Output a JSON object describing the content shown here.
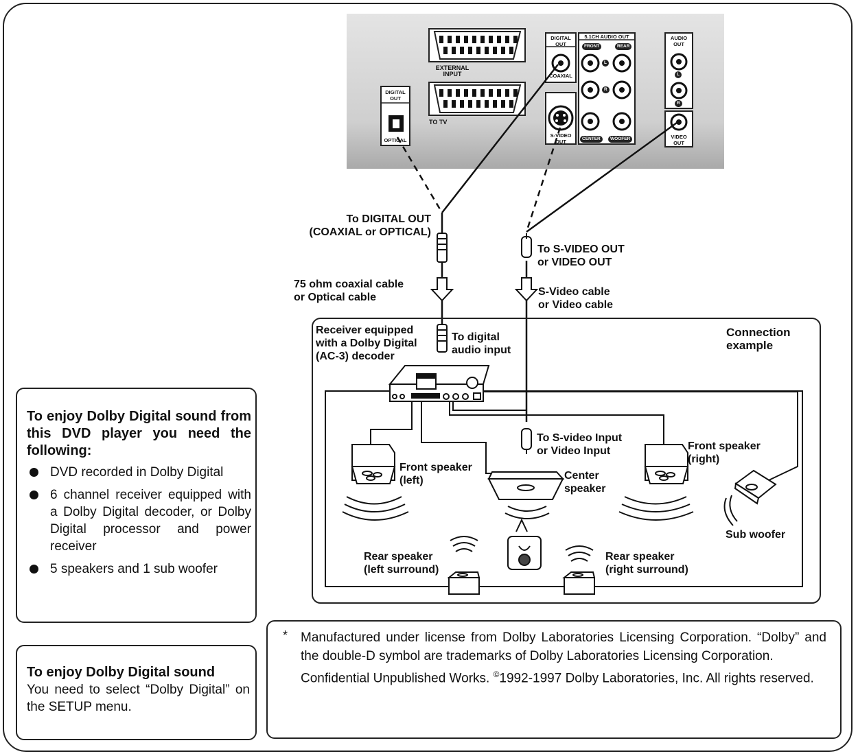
{
  "rear_panel": {
    "external_input": "EXTERNAL INPUT",
    "to_tv": "TO TV",
    "digital_out_left": "DIGITAL OUT",
    "optical": "OPTICAL",
    "digital_out": "DIGITAL OUT",
    "coaxial": "COAXIAL",
    "s_video_out": "S-VIDEO OUT",
    "audio_51_out": "5.1CH AUDIO OUT",
    "front": "FRONT",
    "rear": "REAR",
    "l": "L",
    "r": "R",
    "center": "CENTER",
    "woofer": "WOOFER",
    "audio_out": "AUDIO OUT",
    "video_out": "VIDEO OUT"
  },
  "labels": {
    "to_digital_out": [
      "To DIGITAL OUT",
      "(COAXIAL or OPTICAL)"
    ],
    "coax_cable": [
      "75 ohm coaxial cable",
      "or Optical cable"
    ],
    "to_svideo_out": [
      "To S-VIDEO OUT",
      "or VIDEO OUT"
    ],
    "svideo_cable": [
      "S-Video cable",
      "or Video cable"
    ],
    "receiver": [
      "Receiver equipped",
      "with a Dolby Digital",
      "(AC-3) decoder"
    ],
    "to_digital_audio": [
      "To digital",
      "audio input"
    ],
    "connection_example": [
      "Connection",
      "example"
    ],
    "to_svideo_input": [
      "To S-video Input",
      "or Video Input"
    ],
    "front_left": [
      "Front speaker",
      "(left)"
    ],
    "center": [
      "Center",
      "speaker"
    ],
    "front_right": [
      "Front speaker",
      "(right)"
    ],
    "sub_woofer": "Sub woofer",
    "rear_left": [
      "Rear speaker",
      "(left surround)"
    ],
    "rear_right": [
      "Rear speaker",
      "(right surround)"
    ]
  },
  "requirements": {
    "title": "To enjoy Dolby Digital sound from this DVD player you need the following:",
    "items": [
      "DVD recorded in Dolby Digital",
      "6 channel receiver equipped with a Dolby Digital decoder, or Dolby Digital processor and power receiver",
      "5 speakers and 1 sub woofer"
    ]
  },
  "setup_note": {
    "title": "To enjoy Dolby Digital sound",
    "text": "You need to select “Dolby Digital” on the SETUP menu."
  },
  "license": {
    "star": "*",
    "line1": "Manufactured under license from Dolby Laboratories Licensing Corporation. “Dolby” and the double-D symbol are trademarks of Dolby Laboratories Licensing Corporation.",
    "line2_pre": "Confidential Unpublished Works. ",
    "copyright_symbol": "©",
    "line2_post": "1992-1997 Dolby Laboratories, Inc. All rights reserved."
  }
}
